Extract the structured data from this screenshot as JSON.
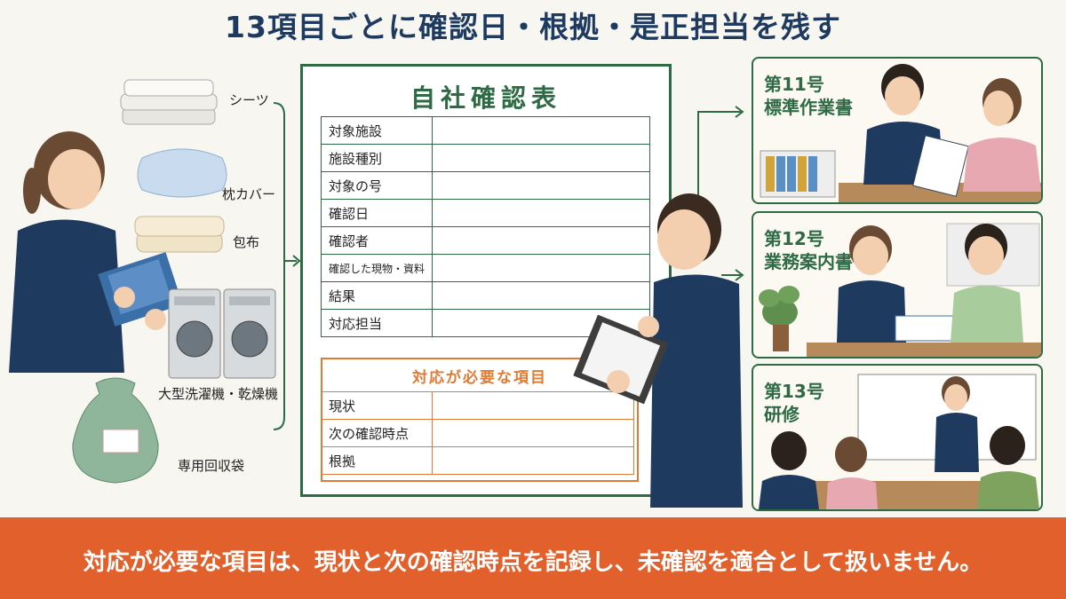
{
  "title": "13項目ごとに確認日・根拠・是正担当を残す",
  "items": {
    "sheets": "シーツ",
    "pillow": "枕カバー",
    "wrap": "包布",
    "machines": "大型洗濯機・乾燥機",
    "bag": "専用回収袋"
  },
  "form": {
    "title": "自社確認表",
    "rows": [
      "対象施設",
      "施設種別",
      "対象の号",
      "確認日",
      "確認者",
      "確認した現物・資料",
      "結果",
      "対応担当"
    ],
    "sub_title": "対応が必要な項目",
    "sub_rows": [
      "現状",
      "次の確認時点",
      "根拠"
    ]
  },
  "panels": [
    {
      "number": "第11号",
      "name": "標準作業書"
    },
    {
      "number": "第12号",
      "name": "業務案内書"
    },
    {
      "number": "第13号",
      "name": "研修"
    }
  ],
  "banner": "対応が必要な項目は、現状と次の確認時点を記録し、未確認を適合として扱いません。",
  "colors": {
    "accent_green": "#2e6b45",
    "accent_orange": "#e07b35",
    "banner": "#e2602b",
    "title": "#1f3a5f"
  }
}
